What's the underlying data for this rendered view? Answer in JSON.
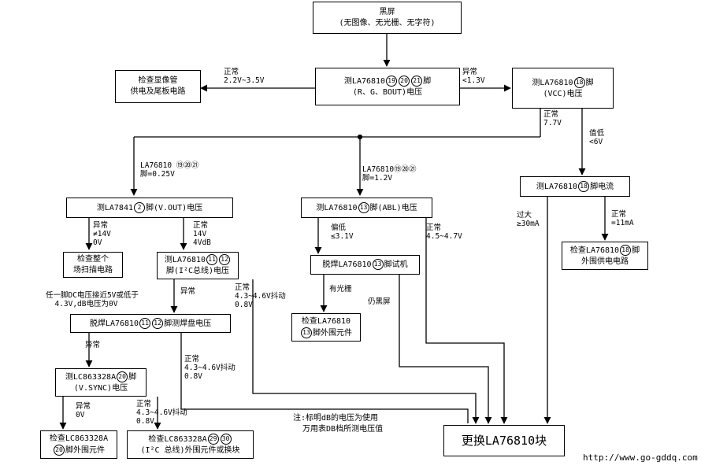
{
  "boxes": {
    "start": {
      "line1": "黑屏",
      "line2": "(无图像、无光栅、无字符)"
    },
    "measure_rgb": {
      "pre": "测LA76810",
      "c1": "19",
      "c2": "20",
      "c3": "21",
      "post": "脚",
      "line2": "(R、G、BOUT)电压"
    },
    "check_crt": {
      "line1": "检查显像管",
      "line2": "供电及尾板电路"
    },
    "measure_vcc": {
      "pre": "测LA76810",
      "c1": "18",
      "post": "脚",
      "line2": "(VCC)电压"
    },
    "measure_current": {
      "pre": "测LA76810",
      "c1": "18",
      "post": "脚电流"
    },
    "check_18_ext": {
      "pre": "检查LA76810",
      "c1": "18",
      "post": "脚",
      "line2": "外围供电电路"
    },
    "measure_la7841": {
      "pre": "测LA7841",
      "c1": "2",
      "post": "脚(V.OUT)电压"
    },
    "check_field_scan": {
      "line1": "检查整个",
      "line2": "场扫描电路"
    },
    "measure_11_12": {
      "pre": "测LA76810",
      "c1": "11",
      "c2": "12",
      "line2": "脚(I²C总线)电压"
    },
    "desolder_11_12": {
      "pre": "脱焊LA76810",
      "c1": "11",
      "c2": "12",
      "post": "脚测焊盘电压"
    },
    "measure_lc_20": {
      "pre": "测LC863328A",
      "c1": "20",
      "post": "脚",
      "line2": "(V.SYNC)电压"
    },
    "check_lc_20": {
      "line1": "检查LC863328A",
      "c1": "20",
      "post": "脚外围元件"
    },
    "check_lc_29_30": {
      "pre": "检查LC863328A",
      "c1": "29",
      "c2": "30",
      "line2": "(I²C 总线)外围元件或换块"
    },
    "measure_abl": {
      "pre": "测LA76810",
      "c1": "13",
      "post": "脚(ABL)电压"
    },
    "desolder_13": {
      "pre": "脱焊LA76810",
      "c1": "13",
      "post": "脚试机"
    },
    "check_13_ext": {
      "line1": "检查LA76810",
      "c1": "13",
      "post": "脚外围元件"
    },
    "replace": {
      "line1": "更换LA76810块"
    }
  },
  "labels": {
    "normal_22_35": "正常\n2.2V~3.5V",
    "abnormal_13": "异常\n<1.3V",
    "normal_77": "正常\n7.7V",
    "low_6": "值低\n<6V",
    "la_19_20_21_025": "LA76810 ⑲⑳㉑\n脚=0.25V",
    "la_19_20_21_12": "LA76810⑲⑳㉑\n脚=1.2V",
    "overcurrent": "过大\n≥30mA",
    "normal_11ma": "正常\n=11mA",
    "abnormal_14": "异常\n≠14V\n0V",
    "normal_14": "正常\n14V\n4VdB",
    "any_pin": "任一脚DC电压接近5V或低于\n  4.3V,dB电压为0V",
    "abnormal_a": "异常",
    "normal_jitter_a": "正常\n4.3~4.6V抖动\n0.8V",
    "low_31": "偏低\n≤3.1V",
    "normal_45_47": "正常\n4.5~4.7V",
    "has_raster": "有光栅",
    "still_black": "仍黑屏",
    "abnormal_b": "异常",
    "normal_jitter_b": "正常\n4.3~4.6V抖动\n0.8V",
    "abnormal_c": "异常\n0V",
    "normal_jitter_c": "正常\n4.3~4.6V抖动\n0.8V",
    "note": "注:标明dB的电压为使用\n  万用表DB档所测电压值",
    "url": "http://www.go-gddq.com"
  }
}
